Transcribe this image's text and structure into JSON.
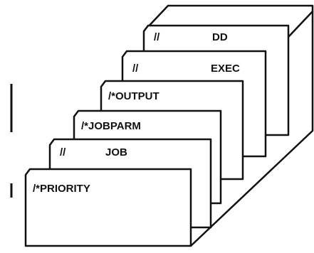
{
  "diagram": {
    "cards": [
      {
        "id": "dd",
        "slashes": "//",
        "name": "DD"
      },
      {
        "id": "exec",
        "slashes": "//",
        "name": "EXEC"
      },
      {
        "id": "output",
        "slashes": "",
        "name": "/*OUTPUT"
      },
      {
        "id": "jobparm",
        "slashes": "",
        "name": "/*JOBPARM"
      },
      {
        "id": "job",
        "slashes": "//",
        "name": "JOB"
      },
      {
        "id": "priority",
        "slashes": "",
        "name": "/*PRIORITY"
      }
    ],
    "colors": {
      "stroke": "#111111",
      "card_fill": "#ffffff",
      "background": "#ffffff"
    }
  }
}
